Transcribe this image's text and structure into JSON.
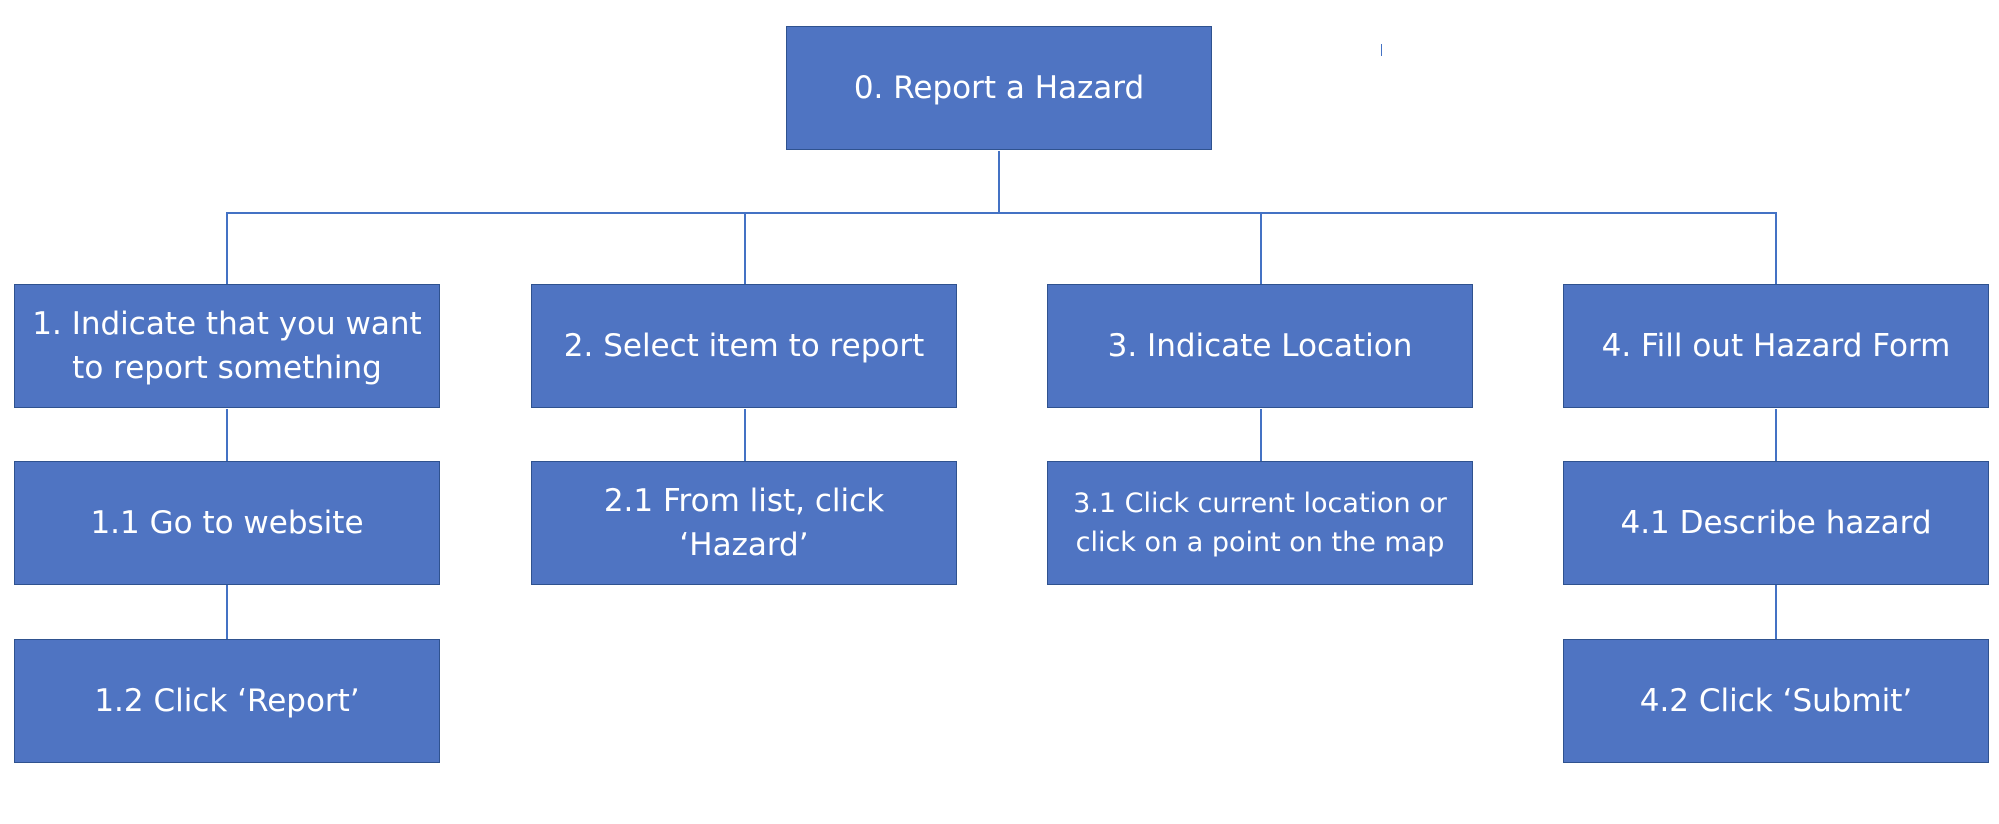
{
  "diagram": {
    "root": "0. Report a Hazard",
    "steps": [
      {
        "label": "1.  Indicate that you want to report something",
        "children": [
          "1.1 Go to website",
          "1.2 Click ‘Report’"
        ]
      },
      {
        "label": "2. Select item to report",
        "children": [
          "2.1 From list, click ‘Hazard’"
        ]
      },
      {
        "label": "3. Indicate Location",
        "children": [
          "3.1 Click current location or click on a point on the map"
        ]
      },
      {
        "label": "4. Fill out Hazard Form",
        "children": [
          "4.1 Describe hazard",
          "4.2 Click ‘Submit’"
        ]
      }
    ]
  },
  "colors": {
    "box_fill": "#4f74c2",
    "box_border": "#2f528f",
    "connector": "#4472c4",
    "text": "#ffffff"
  }
}
